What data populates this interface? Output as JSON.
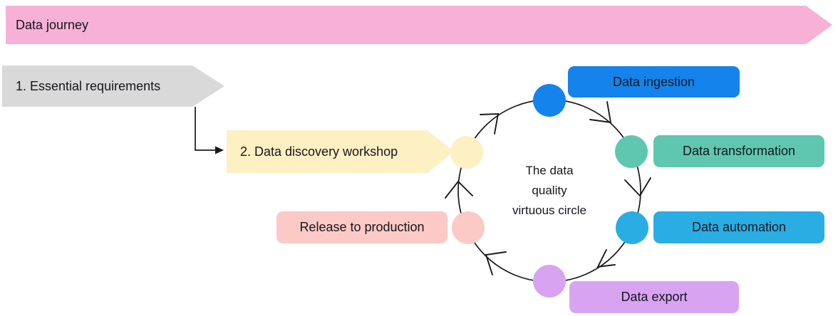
{
  "banner": {
    "label": "Data journey",
    "color": "#f8b1d6"
  },
  "steps": [
    {
      "label": "1. Essential requirements",
      "color": "#d9d9d9"
    },
    {
      "label": "2. Data discovery workshop",
      "color": "#fdf0c3"
    }
  ],
  "cycle": {
    "center_text": "The data\nquality\nvirtuous circle",
    "stroke_color": "#1a1a1a",
    "stages": [
      {
        "name": "ingestion",
        "label": "Data ingestion",
        "color": "#1483eb"
      },
      {
        "name": "transformation",
        "label": "Data transformation",
        "color": "#5fc7b0"
      },
      {
        "name": "automation",
        "label": "Data automation",
        "color": "#29ade3"
      },
      {
        "name": "export",
        "label": "Data export",
        "color": "#d8a4f2"
      },
      {
        "name": "release",
        "label": "Release to production",
        "color": "#fbc9c6"
      },
      {
        "name": "workshop-node",
        "color": "#fdf0c3"
      }
    ]
  },
  "colors": {
    "text": "#16161d",
    "line": "#1a1a1a"
  }
}
